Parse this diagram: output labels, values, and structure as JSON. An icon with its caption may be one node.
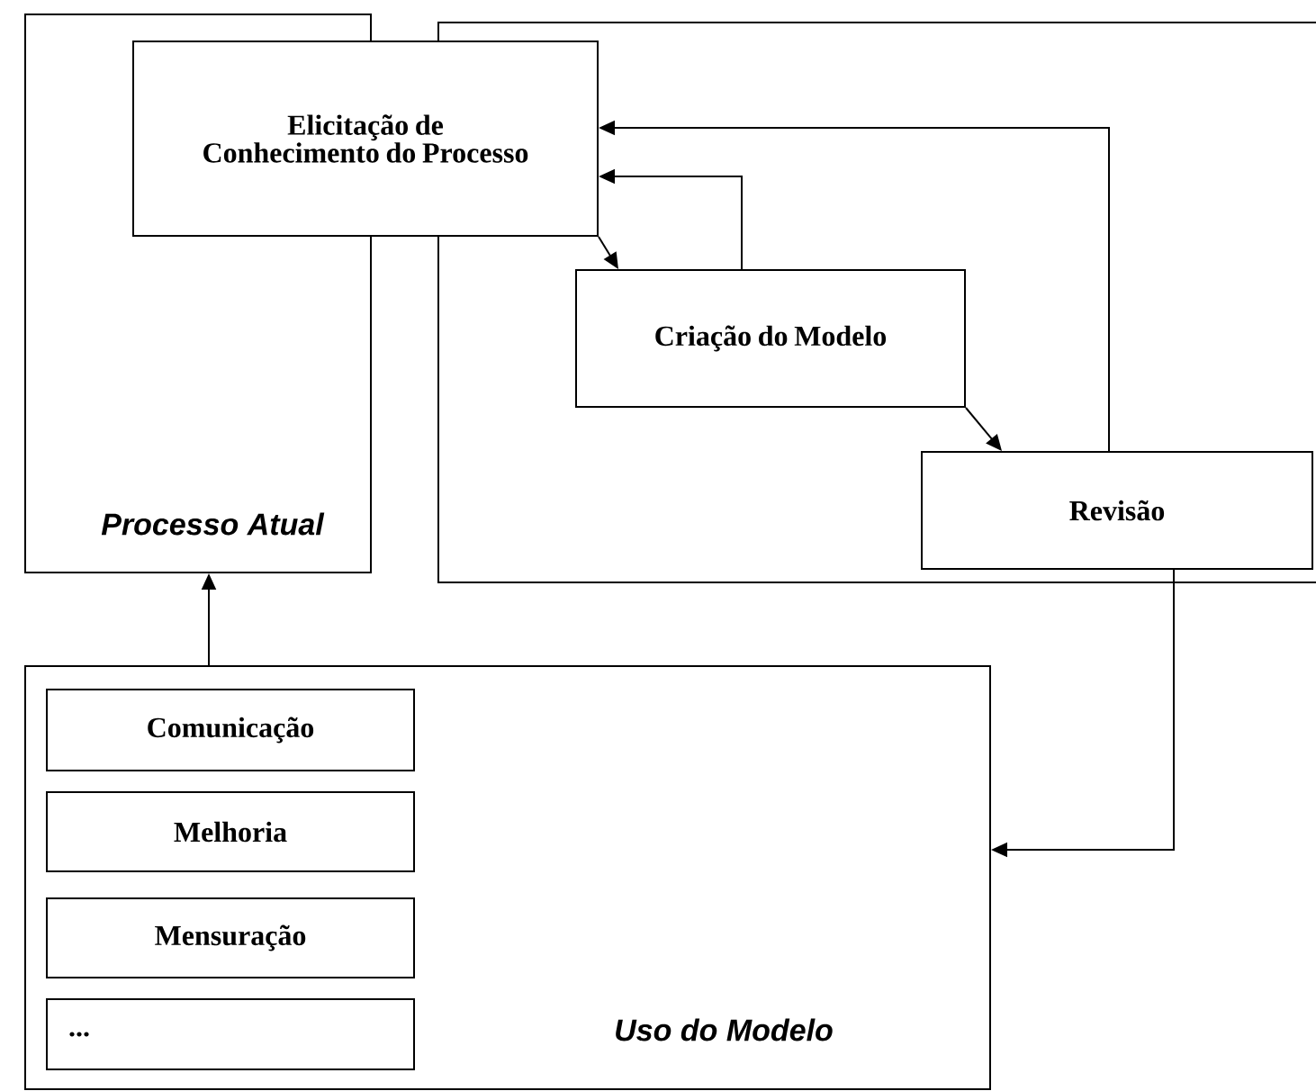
{
  "diagram": {
    "nodes": [
      {
        "text": [
          "Processo Atual"
        ]
      },
      {
        "text": [],
        "shape": "box"
      },
      {
        "text": [
          "Elicitação de Conhecimento do Processo"
        ]
      },
      {
        "text": [
          "Criação do Modelo"
        ],
        "in": 1
      },
      {
        "text": [
          "Revisão"
        ],
        "in": 1
      },
      {
        "text": [
          "Uso do Modelo"
        ]
      },
      {
        "text": [
          "Comunicação"
        ],
        "in": 5
      },
      {
        "text": [
          "Melhoria"
        ],
        "in": 5
      },
      {
        "text": [
          "Mensuração"
        ],
        "in": 5
      },
      {
        "text": [
          "..."
        ],
        "in": 5
      }
    ],
    "edges": [
      {
        "from": 2,
        "to": 3,
        "arrow": "to"
      },
      {
        "from": 3,
        "to": 2,
        "arrow": "to"
      },
      {
        "from": 3,
        "to": 4,
        "arrow": "to"
      },
      {
        "from": 4,
        "to": 2,
        "arrow": "to"
      },
      {
        "from": 4,
        "to": 5,
        "arrow": "to"
      },
      {
        "from": 5,
        "to": 0,
        "arrow": "to"
      }
    ]
  }
}
